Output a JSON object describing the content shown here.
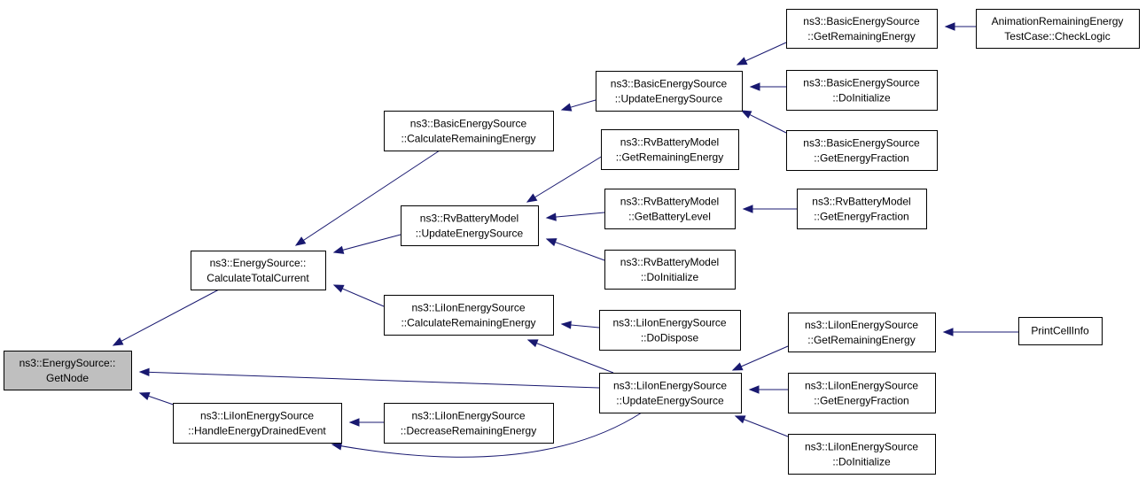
{
  "graph": {
    "colors": {
      "edge": "#191970",
      "root_fill": "#bfbfbf",
      "node_fill": "#ffffff",
      "border": "#000000"
    },
    "nodes": [
      {
        "id": "n0",
        "line1": "ns3::EnergySource::",
        "line2": "GetNode",
        "root": true
      },
      {
        "id": "n1",
        "line1": "ns3::EnergySource::",
        "line2": "CalculateTotalCurrent"
      },
      {
        "id": "n2",
        "line1": "ns3::LiIonEnergySource",
        "line2": "::HandleEnergyDrainedEvent"
      },
      {
        "id": "n3",
        "line1": "ns3::BasicEnergySource",
        "line2": "::CalculateRemainingEnergy"
      },
      {
        "id": "n4",
        "line1": "ns3::RvBatteryModel",
        "line2": "::UpdateEnergySource"
      },
      {
        "id": "n5",
        "line1": "ns3::LiIonEnergySource",
        "line2": "::CalculateRemainingEnergy"
      },
      {
        "id": "n6",
        "line1": "ns3::LiIonEnergySource",
        "line2": "::DecreaseRemainingEnergy"
      },
      {
        "id": "n7",
        "line1": "ns3::BasicEnergySource",
        "line2": "::UpdateEnergySource"
      },
      {
        "id": "n8",
        "line1": "ns3::RvBatteryModel",
        "line2": "::GetRemainingEnergy"
      },
      {
        "id": "n9",
        "line1": "ns3::RvBatteryModel",
        "line2": "::GetBatteryLevel"
      },
      {
        "id": "n10",
        "line1": "ns3::RvBatteryModel",
        "line2": "::DoInitialize"
      },
      {
        "id": "n11",
        "line1": "ns3::LiIonEnergySource",
        "line2": "::DoDispose"
      },
      {
        "id": "n12",
        "line1": "ns3::LiIonEnergySource",
        "line2": "::UpdateEnergySource"
      },
      {
        "id": "n13",
        "line1": "ns3::BasicEnergySource",
        "line2": "::GetRemainingEnergy"
      },
      {
        "id": "n14",
        "line1": "ns3::BasicEnergySource",
        "line2": "::DoInitialize"
      },
      {
        "id": "n15",
        "line1": "ns3::BasicEnergySource",
        "line2": "::GetEnergyFraction"
      },
      {
        "id": "n16",
        "line1": "ns3::RvBatteryModel",
        "line2": "::GetEnergyFraction"
      },
      {
        "id": "n17",
        "line1": "ns3::LiIonEnergySource",
        "line2": "::GetRemainingEnergy"
      },
      {
        "id": "n18",
        "line1": "ns3::LiIonEnergySource",
        "line2": "::GetEnergyFraction"
      },
      {
        "id": "n19",
        "line1": "ns3::LiIonEnergySource",
        "line2": "::DoInitialize"
      },
      {
        "id": "n20",
        "line1": "AnimationRemainingEnergy",
        "line2": "TestCase::CheckLogic"
      },
      {
        "id": "n21",
        "line1": "PrintCellInfo",
        "line2": ""
      }
    ],
    "edges": [
      {
        "from": "n1",
        "to": "n0"
      },
      {
        "from": "n12",
        "to": "n0"
      },
      {
        "from": "n2",
        "to": "n0"
      },
      {
        "from": "n3",
        "to": "n1"
      },
      {
        "from": "n4",
        "to": "n1"
      },
      {
        "from": "n5",
        "to": "n1"
      },
      {
        "from": "n6",
        "to": "n2"
      },
      {
        "from": "n12",
        "to": "n2"
      },
      {
        "from": "n7",
        "to": "n3"
      },
      {
        "from": "n8",
        "to": "n4"
      },
      {
        "from": "n9",
        "to": "n4"
      },
      {
        "from": "n10",
        "to": "n4"
      },
      {
        "from": "n11",
        "to": "n5"
      },
      {
        "from": "n12",
        "to": "n5"
      },
      {
        "from": "n13",
        "to": "n7"
      },
      {
        "from": "n14",
        "to": "n7"
      },
      {
        "from": "n15",
        "to": "n7"
      },
      {
        "from": "n16",
        "to": "n9"
      },
      {
        "from": "n17",
        "to": "n12"
      },
      {
        "from": "n18",
        "to": "n12"
      },
      {
        "from": "n19",
        "to": "n12"
      },
      {
        "from": "n20",
        "to": "n13"
      },
      {
        "from": "n21",
        "to": "n17"
      }
    ]
  }
}
